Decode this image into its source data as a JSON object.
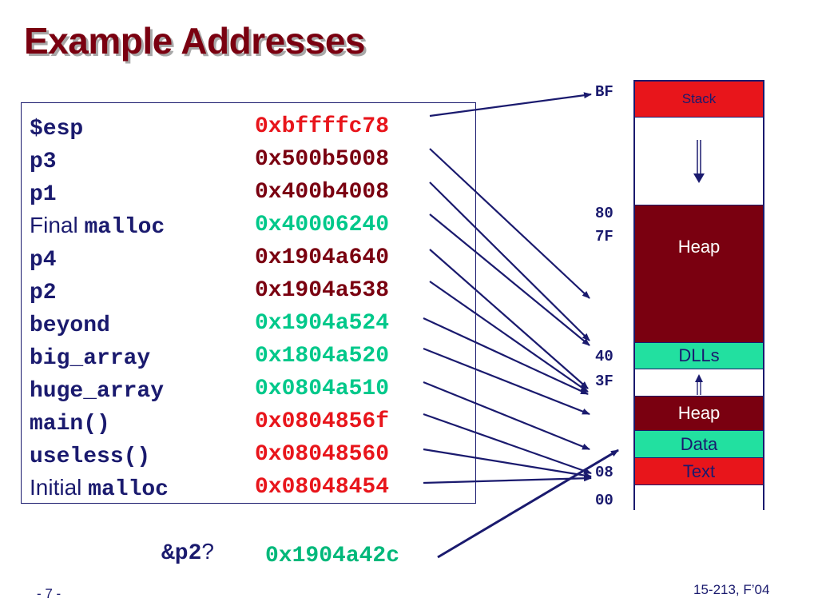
{
  "title": "Example Addresses",
  "colors": {
    "navy": "#1a1a6e",
    "red_addr": "#e8151b",
    "dark_red_addr": "#7a0010",
    "green_addr": "#00c88a",
    "stack_fill": "#e8151b",
    "heap_fill": "#7a0010",
    "dlls_fill": "#22e0a0",
    "data_fill": "#22e0a0",
    "text_fill": "#e8151b"
  },
  "variables": [
    {
      "name": "$esp",
      "prefix": "",
      "address": "0xbffffc78",
      "color": "#e8151b"
    },
    {
      "name": "p3",
      "prefix": "",
      "address": "0x500b5008",
      "color": "#7a0010"
    },
    {
      "name": "p1",
      "prefix": "",
      "address": "0x400b4008",
      "color": "#7a0010"
    },
    {
      "name": "malloc",
      "prefix": "Final ",
      "address": "0x40006240",
      "color": "#00c88a"
    },
    {
      "name": "p4",
      "prefix": "",
      "address": "0x1904a640",
      "color": "#7a0010"
    },
    {
      "name": "p2",
      "prefix": "",
      "address": "0x1904a538",
      "color": "#7a0010"
    },
    {
      "name": "beyond",
      "prefix": "",
      "address": "0x1904a524",
      "color": "#00c88a"
    },
    {
      "name": "big_array",
      "prefix": "",
      "address": "0x1804a520",
      "color": "#00c88a"
    },
    {
      "name": "huge_array",
      "prefix": "",
      "address": "0x0804a510",
      "color": "#00c88a"
    },
    {
      "name": "main()",
      "prefix": "",
      "address": "0x0804856f",
      "color": "#e8151b"
    },
    {
      "name": "useless()",
      "prefix": "",
      "address": "0x08048560",
      "color": "#e8151b"
    },
    {
      "name": "malloc",
      "prefix": "Initial ",
      "address": "0x08048454",
      "color": "#e8151b"
    }
  ],
  "memory_map": {
    "segments": [
      {
        "label": "Stack",
        "fill": "#e8151b",
        "text_color": "#1a1a6e"
      },
      {
        "label": "",
        "fill": "#ffffff",
        "text_color": "#1a1a6e"
      },
      {
        "label": "Heap",
        "fill": "#7a0010",
        "text_color": "#ffffff"
      },
      {
        "label": "DLLs",
        "fill": "#22e0a0",
        "text_color": "#1a1a6e"
      },
      {
        "label": "",
        "fill": "#ffffff",
        "text_color": "#1a1a6e"
      },
      {
        "label": "Heap",
        "fill": "#7a0010",
        "text_color": "#ffffff"
      },
      {
        "label": "Data",
        "fill": "#22e0a0",
        "text_color": "#1a1a6e"
      },
      {
        "label": "Text",
        "fill": "#e8151b",
        "text_color": "#1a1a6e"
      },
      {
        "label": "",
        "fill": "#ffffff",
        "text_color": "#1a1a6e"
      }
    ],
    "address_labels": [
      "BF",
      "80",
      "7F",
      "40",
      "3F",
      "08",
      "00"
    ]
  },
  "question": {
    "symbol": "&p2",
    "mark": "?",
    "address": "0x1904a42c"
  },
  "footer": {
    "page": "- 7 -",
    "course": "15-213, F’04"
  }
}
